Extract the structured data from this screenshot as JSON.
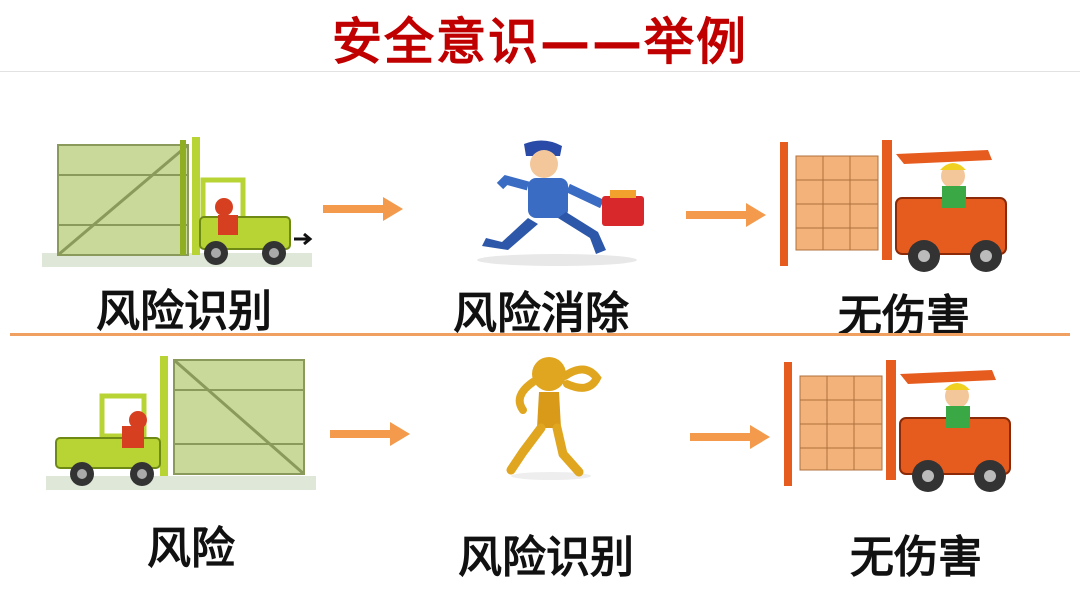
{
  "title": "安全意识——举例",
  "row1": {
    "labels": [
      "风险识别",
      "风险消除",
      "无伤害"
    ]
  },
  "row2": {
    "labels": [
      "风险",
      "风险识别",
      "无伤害"
    ]
  },
  "colors": {
    "title": "#c00000",
    "arrow": "#f39a4c",
    "divider": "#f0a060",
    "crate": "#c9d99a",
    "forklift_green": "#b8d334",
    "forklift_orange": "#e65c1e",
    "box": "#f2b27a",
    "gold_figure": "#e0a620"
  },
  "icons": [
    "forklift-crate-icon",
    "arrow-right-icon",
    "repairman-icon",
    "safe-forklift-icon",
    "thinking-figure-icon"
  ]
}
